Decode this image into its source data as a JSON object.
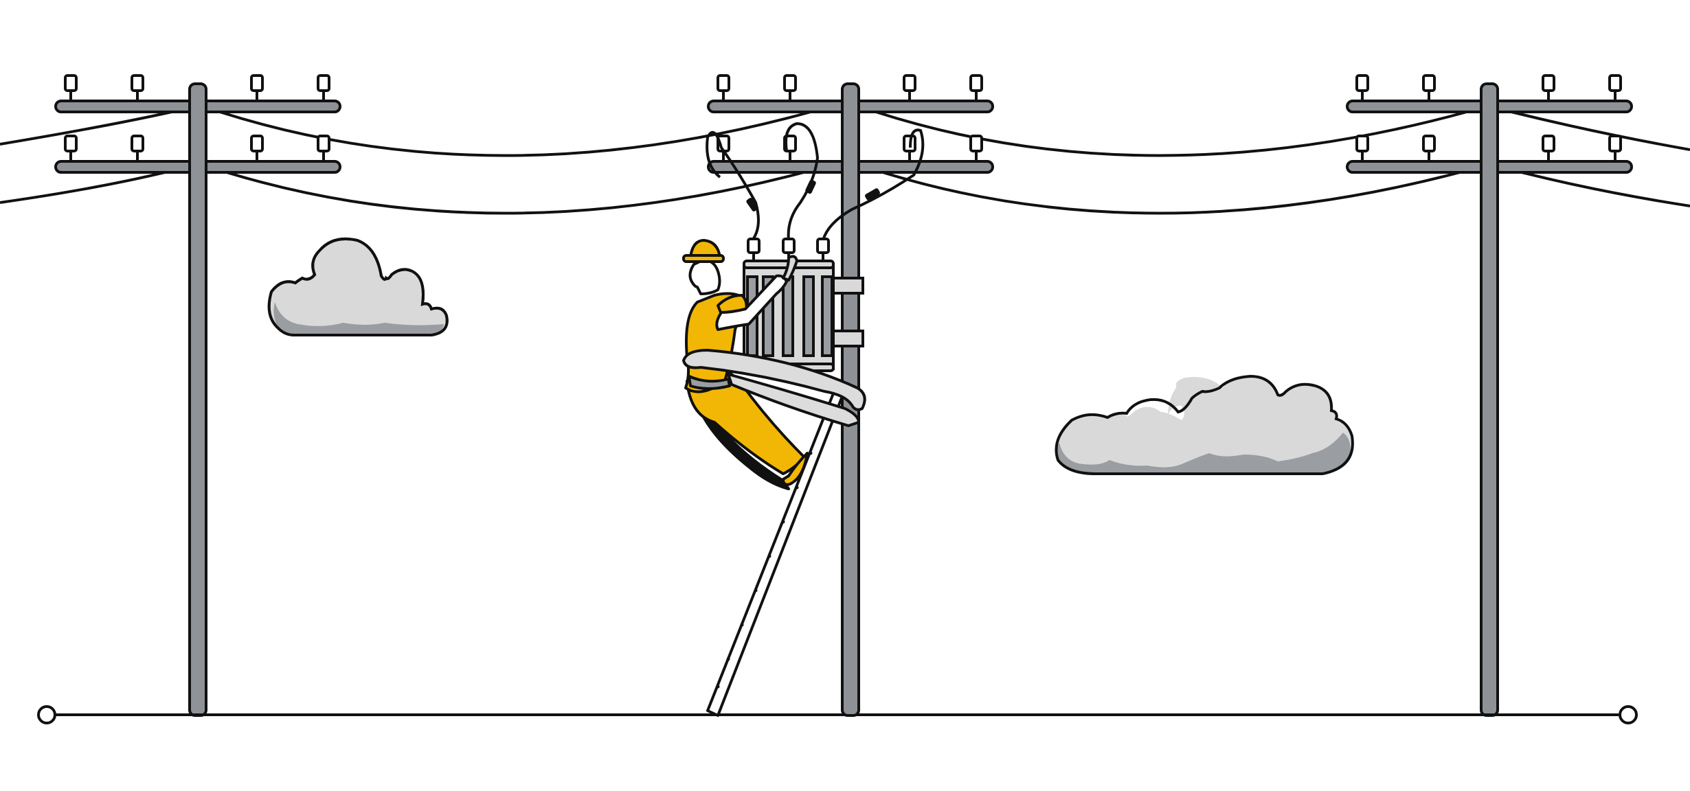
{
  "illustration": {
    "subject": "",
    "colors": {
      "outline": "#111111",
      "pole": "#8e9296",
      "cloud_light": "#d9d9d9",
      "cloud_shadow": "#9a9da1",
      "accent_yellow": "#f2b705",
      "skin": "#ffffff",
      "transformer": "#d9d9d9",
      "belt": "#dcdcdc"
    },
    "poles": [
      {
        "id": "left",
        "crossarms": 2,
        "insulators_per_arm": 4
      },
      {
        "id": "center",
        "crossarms": 2,
        "insulators_per_arm": 4
      },
      {
        "id": "right",
        "crossarms": 2,
        "insulators_per_arm": 4
      }
    ],
    "clouds": 2,
    "icons": [
      "utility-pole-icon",
      "cloud-icon",
      "worker-icon",
      "transformer-icon",
      "ladder-icon"
    ]
  }
}
